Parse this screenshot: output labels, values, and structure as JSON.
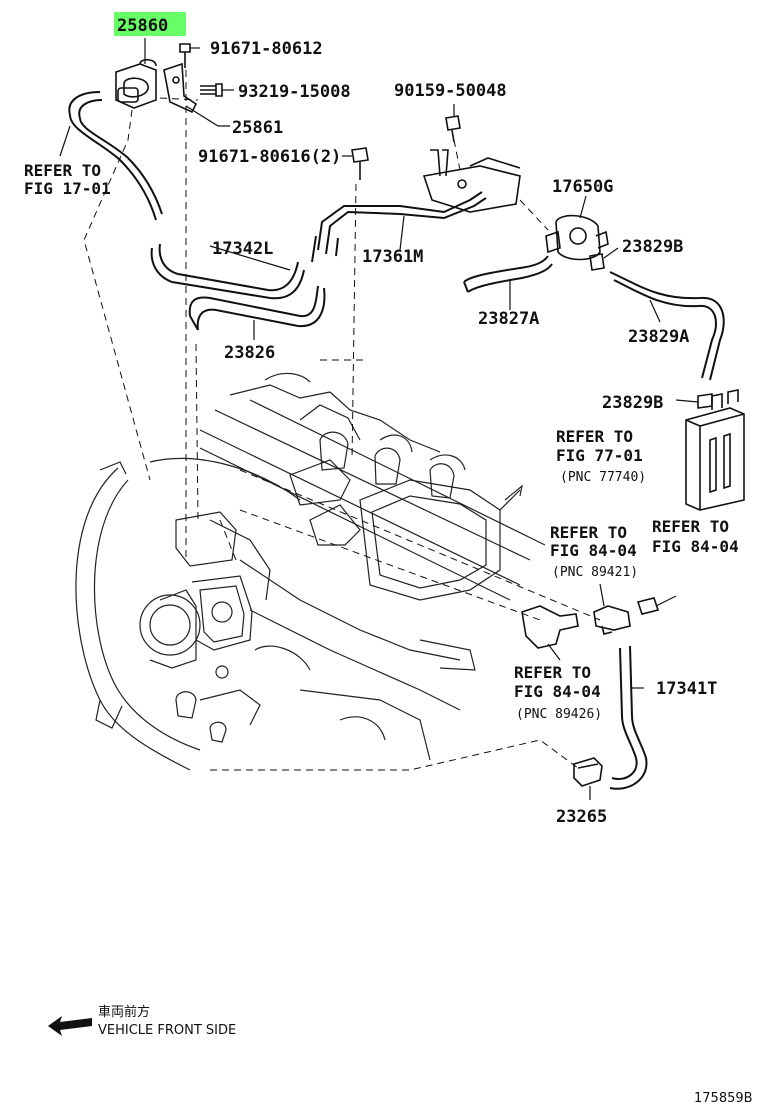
{
  "diagram": {
    "highlight_color": "#66ff66",
    "labels": [
      {
        "id": "pn-25860",
        "text": "25860"
      },
      {
        "id": "pn-91671-80612",
        "text": "91671-80612"
      },
      {
        "id": "pn-93219-15008",
        "text": "93219-15008"
      },
      {
        "id": "pn-25861",
        "text": "25861"
      },
      {
        "id": "pn-90159-50048",
        "text": "90159-50048"
      },
      {
        "id": "pn-91671-80616",
        "text": "91671-80616(2)"
      },
      {
        "id": "pn-17650g",
        "text": "17650G"
      },
      {
        "id": "pn-17342l",
        "text": "17342L"
      },
      {
        "id": "pn-17361m",
        "text": "17361M"
      },
      {
        "id": "pn-23829b-top",
        "text": "23829B"
      },
      {
        "id": "pn-23827a",
        "text": "23827A"
      },
      {
        "id": "pn-23829a",
        "text": "23829A"
      },
      {
        "id": "pn-23826",
        "text": "23826"
      },
      {
        "id": "pn-23829b-bottom",
        "text": "23829B"
      },
      {
        "id": "pn-17341t",
        "text": "17341T"
      },
      {
        "id": "pn-23265",
        "text": "23265"
      }
    ],
    "refs": [
      {
        "id": "ref-17-01",
        "line1": "REFER TO",
        "line2": "FIG 17-01",
        "pnc": ""
      },
      {
        "id": "ref-77-01",
        "line1": "REFER TO",
        "line2": "FIG 77-01",
        "pnc": "(PNC 77740)"
      },
      {
        "id": "ref-84-04-a",
        "line1": "REFER TO",
        "line2": "FIG 84-04",
        "pnc": "(PNC 89421)"
      },
      {
        "id": "ref-84-04-b",
        "line1": "REFER TO",
        "line2": "FIG 84-04",
        "pnc": ""
      },
      {
        "id": "ref-84-04-c",
        "line1": "REFER TO",
        "line2": "FIG 84-04",
        "pnc": "(PNC 89426)"
      }
    ],
    "direction": {
      "japanese": "車両前方",
      "english": "VEHICLE FRONT SIDE",
      "icon": "arrow-left-icon"
    },
    "figure_code": "175859B"
  }
}
